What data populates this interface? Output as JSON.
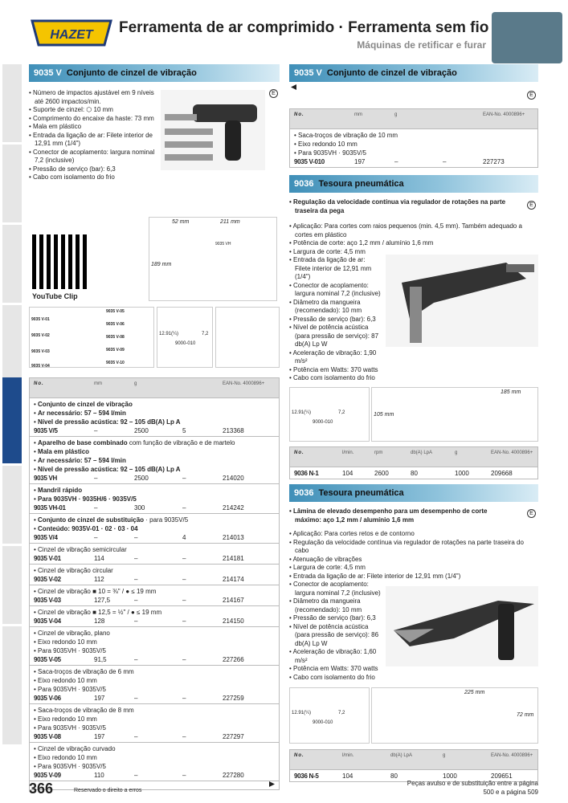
{
  "header": {
    "brand": "HAZET",
    "title": "Ferramenta de ar comprimido · Ferramenta sem fio",
    "subtitle": "Máquinas de retificar e furar"
  },
  "left": {
    "section": {
      "code": "9035 V",
      "title": "Conjunto de cinzel de vibração"
    },
    "badge": "E",
    "features": [
      "Número de impactos ajustável em 9 níveis até 2600 impactos/min.",
      "Suporte de cinzel: ⬡ 10 mm",
      "Comprimento do encaixe da haste: 73 mm",
      "Mala em plástico",
      "Entrada da ligação de ar: Filete interior de 12,91 mm (1/4\")",
      "Conector de acoplamento: largura nominal 7,2 (inclusive)",
      "Pressão de serviço (bar): 6,3",
      "Cabo com isolamento do frio"
    ],
    "dims": {
      "w": "52 mm",
      "l": "211 mm",
      "h": "189 mm",
      "model": "9035 VH"
    },
    "youtube": "YouTube Clip",
    "parts": [
      "9035 V-01",
      "9035 V-02",
      "9035 V-03",
      "9035 V-04",
      "9035 V-05",
      "9035 V-06",
      "9035 V-08",
      "9035 V-09",
      "9035 V-10"
    ],
    "coupler": {
      "thread": "12.91(¼)",
      "size": "7,2",
      "part": "9000-010"
    },
    "table": {
      "headers": [
        "No.",
        "mm",
        "g",
        "",
        "EAN-No. 4000896+"
      ],
      "groups": [
        {
          "lines": [
            [
              "Conjunto de cinzel de vibração",
              ""
            ],
            [
              "Ar necessário: 57 – 594 l/min",
              ""
            ],
            [
              "Nível de pressão acústica: 92 – 105 dB(A) Lp A",
              ""
            ]
          ],
          "row": [
            "9035 V/5",
            "–",
            "2500",
            "5",
            "213368"
          ]
        },
        {
          "lines": [
            [
              "Aparelho de base combinado",
              " com função de vibração e de martelo"
            ],
            [
              "Mala em plástico",
              ""
            ],
            [
              "Ar necessário: 57 – 594 l/min",
              ""
            ],
            [
              "Nível de pressão acústica: 92 – 105 dB(A) Lp A",
              ""
            ]
          ],
          "row": [
            "9035 VH",
            "–",
            "2500",
            "–",
            "214020"
          ]
        },
        {
          "lines": [
            [
              "Mandril rápido",
              ""
            ],
            [
              "Para 9035VH · 9035H/6 · 9035V/5",
              ""
            ]
          ],
          "row": [
            "9035 VH-01",
            "–",
            "300",
            "–",
            "214242"
          ]
        },
        {
          "lines": [
            [
              "Conjunto de cinzel de substituição",
              " · para 9035V/5"
            ],
            [
              "Conteúdo: 9035V-01 · 02 · 03 · 04",
              ""
            ]
          ],
          "row": [
            "9035 V/4",
            "–",
            "–",
            "4",
            "214013"
          ]
        },
        {
          "lines": [
            [
              "",
              "Cinzel de vibração semicircular"
            ]
          ],
          "row": [
            "9035 V-01",
            "114",
            "–",
            "–",
            "214181"
          ]
        },
        {
          "lines": [
            [
              "",
              "Cinzel de vibração circular"
            ]
          ],
          "row": [
            "9035 V-02",
            "112",
            "–",
            "–",
            "214174"
          ]
        },
        {
          "lines": [
            [
              "",
              "Cinzel de vibração ■ 10 = ⅜\" / ● ≤ 19 mm"
            ]
          ],
          "row": [
            "9035 V-03",
            "127,5",
            "–",
            "–",
            "214167"
          ]
        },
        {
          "lines": [
            [
              "",
              "Cinzel de vibração ■ 12,5 = ½\" / ● ≤ 19 mm"
            ]
          ],
          "row": [
            "9035 V-04",
            "128",
            "–",
            "–",
            "214150"
          ]
        },
        {
          "lines": [
            [
              "",
              "Cinzel de vibração, plano"
            ],
            [
              "",
              "Eixo redondo 10 mm"
            ],
            [
              "",
              "Para 9035VH · 9035V/5"
            ]
          ],
          "row": [
            "9035 V-05",
            "91,5",
            "–",
            "–",
            "227266"
          ]
        },
        {
          "lines": [
            [
              "",
              "Saca-troços de vibração de 6 mm"
            ],
            [
              "",
              "Eixo redondo 10 mm"
            ],
            [
              "",
              "Para 9035VH · 9035V/5"
            ]
          ],
          "row": [
            "9035 V-06",
            "197",
            "–",
            "–",
            "227259"
          ]
        },
        {
          "lines": [
            [
              "",
              "Saca-troços de vibração de 8 mm"
            ],
            [
              "",
              "Eixo redondo 10 mm"
            ],
            [
              "",
              "Para 9035VH · 9035V/5"
            ]
          ],
          "row": [
            "9035 V-08",
            "197",
            "–",
            "–",
            "227297"
          ]
        },
        {
          "lines": [
            [
              "",
              "Cinzel de vibração curvado"
            ],
            [
              "",
              "Eixo redondo 10 mm"
            ],
            [
              "",
              "Para 9035VH · 9035V/5"
            ]
          ],
          "row": [
            "9035 V-09",
            "110",
            "–",
            "–",
            "227280"
          ]
        }
      ]
    }
  },
  "right": {
    "section1": {
      "code": "9035 V",
      "title": "Conjunto de cinzel de vibração",
      "badge": "E"
    },
    "table1": {
      "headers": [
        "No.",
        "mm",
        "g",
        "",
        "EAN-No. 4000896+"
      ],
      "lines": [
        "Saca-troços de vibração de 10 mm",
        "Eixo redondo 10 mm",
        "Para 9035VH · 9035V/5"
      ],
      "row": [
        "9035 V-010",
        "197",
        "–",
        "–",
        "227273"
      ]
    },
    "section2": {
      "code": "9036",
      "title": "Tesoura pneumática",
      "badge": "E",
      "lead": "Regulação da velocidade contínua via regulador de rotações na parte traseira da pega",
      "features": [
        "Aplicação: Para cortes com raios pequenos (min. 4,5 mm). Também adequado a cortes em plástico",
        "Potência de corte: aço 1,2 mm / alumínio 1,6 mm",
        "Largura de corte: 4,5 mm",
        "Entrada da ligação de ar: Filete interior de 12,91 mm (1/4\")",
        "Conector de acoplamento: largura nominal 7,2 (inclusive)",
        "Diâmetro da mangueira (recomendado): 10 mm",
        "Pressão de serviço (bar): 6,3",
        "Nível de potência acústica (para pressão de serviço): 87 db(A) Lp W",
        "Aceleração de vibração: 1,90 m/s²",
        "Potência em Watts: 370 watts",
        "Cabo com isolamento do frio"
      ],
      "dims": {
        "l": "185 mm",
        "h": "105 mm"
      },
      "coupler": {
        "thread": "12.91(¼)",
        "size": "7,2",
        "part": "9000-010"
      },
      "table": {
        "headers": [
          "No.",
          "l/min.",
          "rpm",
          "db(A) LpA",
          "g",
          "EAN-No. 4000896+"
        ],
        "row": [
          "9036 N-1",
          "104",
          "2600",
          "80",
          "1000",
          "209668"
        ]
      }
    },
    "section3": {
      "code": "9036",
      "title": "Tesoura pneumática",
      "badge": "E",
      "lead": "Lâmina de elevado desempenho para um desempenho de corte máximo: aço 1,2 mm / alumínio 1,6 mm",
      "features": [
        "Aplicação: Para cortes retos e de contorno",
        "Regulação da velocidade contínua via regulador de rotações na parte traseira do cabo",
        "Atenuação de vibrações",
        "Largura de corte: 4,5 mm",
        "Entrada da ligação de ar: Filete interior de 12,91 mm (1/4\")",
        "Conector de acoplamento: largura nominal 7,2 (inclusive)",
        "Diâmetro da mangueira (recomendado): 10 mm",
        "Pressão de serviço (bar): 6,3",
        "Nível de potência acústica (para pressão de serviço): 86 db(A) Lp W",
        "Aceleração de vibração: 1,60 m/s²",
        "Potência em Watts: 370 watts",
        "Cabo com isolamento do frio"
      ],
      "dims": {
        "l": "225 mm",
        "h": "72 mm"
      },
      "coupler": {
        "thread": "12.91(¼)",
        "size": "7,2",
        "part": "9000-010"
      },
      "table": {
        "headers": [
          "No.",
          "l/min.",
          "db(A) LpA",
          "g",
          "EAN-No. 4000896+"
        ],
        "row": [
          "9036 N-5",
          "104",
          "80",
          "1000",
          "209651"
        ]
      }
    }
  },
  "footer": {
    "page": "366",
    "rights": "Reservado o direito a erros",
    "note1": "Peças avulso e de substituição entre a página",
    "note2": "500 e a página 509"
  }
}
